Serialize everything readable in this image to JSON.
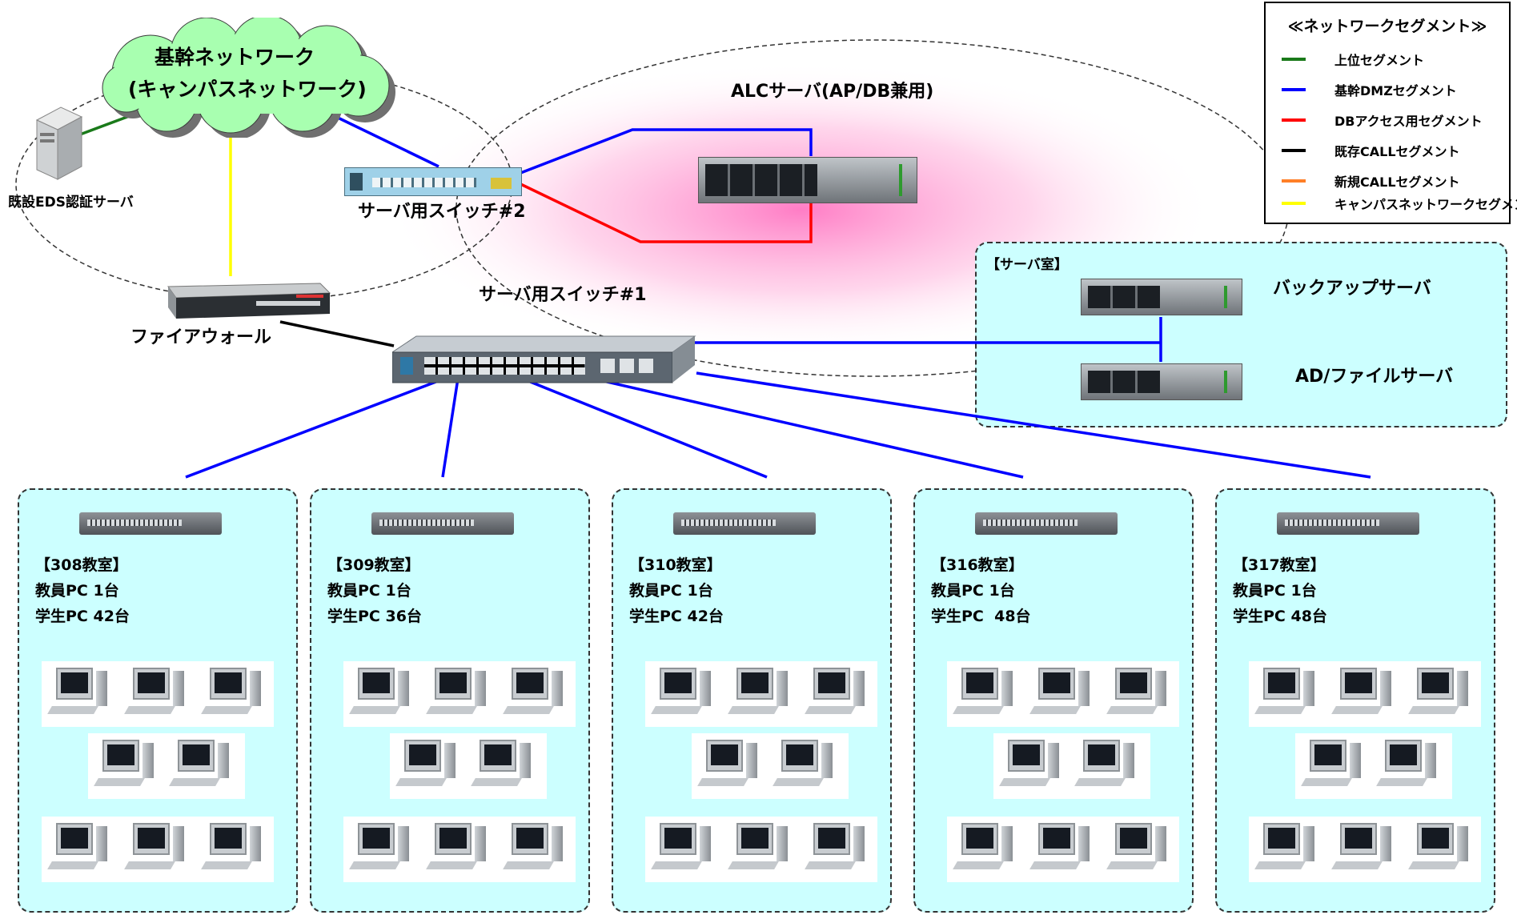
{
  "cloud": {
    "line1": "基幹ネットワーク",
    "line2": "(キャンパスネットワーク)"
  },
  "devices": {
    "eds_server": "既設EDS認証サーバ",
    "switch2": "サーバ用スイッチ#2",
    "alc_server": "ALCサーバ(AP/DB兼用)",
    "switch1": "サーバ用スイッチ#1",
    "firewall": "ファイアウォール"
  },
  "server_room": {
    "title": "【サーバ室】",
    "backup": "バックアップサーバ",
    "ad": "AD/ファイルサーバ"
  },
  "legend": {
    "title": "≪ネットワークセグメント≫",
    "items": [
      {
        "label": "上位セグメント",
        "color": "#1a7a1a"
      },
      {
        "label": "基幹DMZセグメント",
        "color": "#0000ff"
      },
      {
        "label": "DBアクセス用セグメント",
        "color": "#ff0000"
      },
      {
        "label": "既存CALLセグメント",
        "color": "#000000"
      },
      {
        "label": "新規CALLセグメント",
        "color": "#ff7f27"
      },
      {
        "label": "キャンパスネットワークセグメント",
        "color": "#ffff00"
      }
    ]
  },
  "rooms": [
    {
      "name": "【308教室】",
      "teacher": "教員PC 1台",
      "students": "学生PC 42台"
    },
    {
      "name": "【309教室】",
      "teacher": "教員PC 1台",
      "students": "学生PC 36台"
    },
    {
      "name": "【310教室】",
      "teacher": "教員PC 1台",
      "students": "学生PC 42台"
    },
    {
      "name": "【316教室】",
      "teacher": "教員PC 1台",
      "students": "学生PC  48台"
    },
    {
      "name": "【317教室】",
      "teacher": "教員PC 1台",
      "students": "学生PC 48台"
    }
  ]
}
